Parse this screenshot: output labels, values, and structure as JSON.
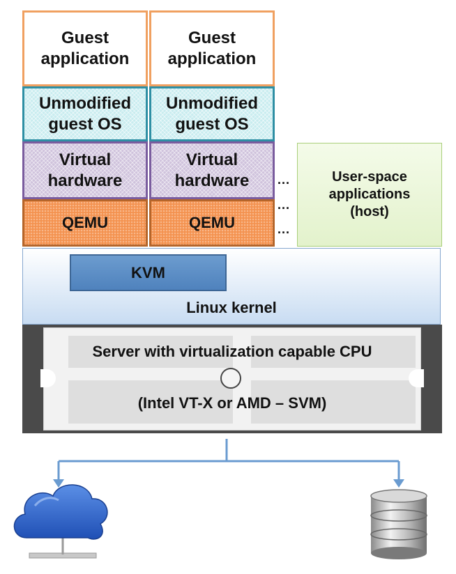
{
  "guests": [
    {
      "application": "Guest\napplication",
      "os": "Unmodified\nguest OS",
      "hardware": "Virtual\nhardware",
      "qemu": "QEMU"
    },
    {
      "application": "Guest\napplication",
      "os": "Unmodified\nguest OS",
      "hardware": "Virtual\nhardware",
      "qemu": "QEMU"
    }
  ],
  "ellipsis": "...",
  "userspace_label": "User-space\napplications\n(host)",
  "kvm_label": "KVM",
  "kernel_label": "Linux kernel",
  "server_line1": "Server with virtualization capable CPU",
  "server_line2": "(Intel VT-X or AMD – SVM)",
  "icons": {
    "left": "cloud-network-icon",
    "right": "database-icon"
  },
  "colors": {
    "guest_border": "#f0a060",
    "os_fill": "#c8ecef",
    "hardware_fill": "#cfc2dc",
    "qemu_fill": "#f4924f",
    "userspace_fill": "#e3f2cc",
    "kernel_fill": "#c8dcf2",
    "kvm_fill": "#4f82bd",
    "connector": "#6a9bd0"
  }
}
